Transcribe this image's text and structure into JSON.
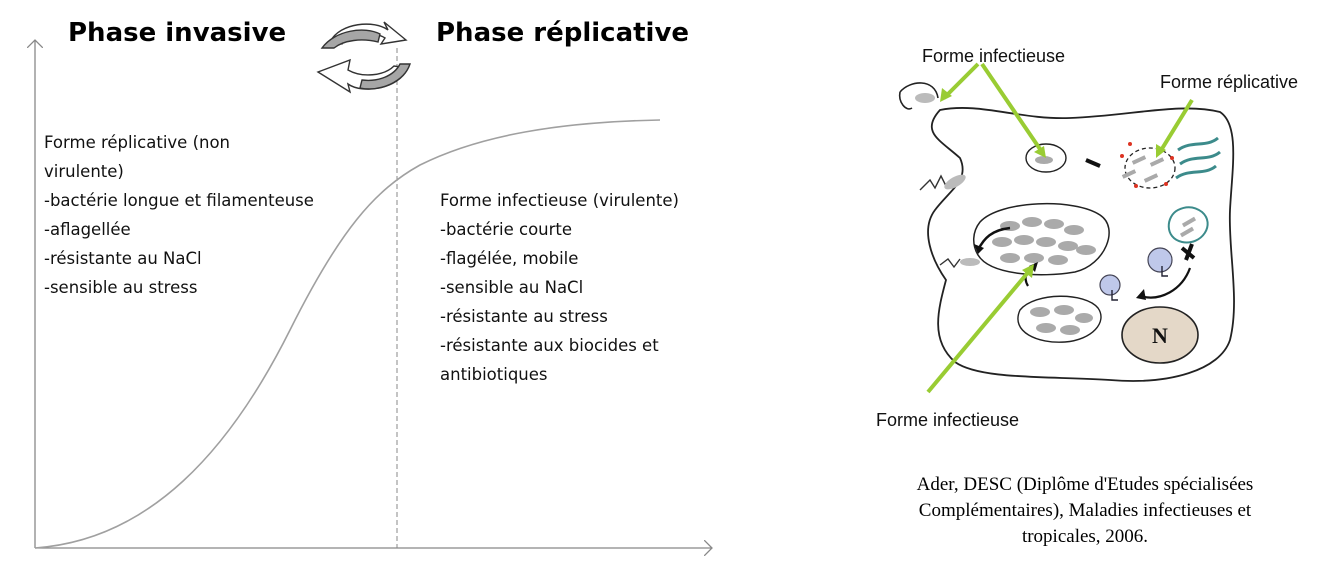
{
  "phases": {
    "invasive": "Phase invasive",
    "replicative": "Phase réplicative"
  },
  "left_block": {
    "title_lines": [
      "Forme réplicative (non",
      "virulente)"
    ],
    "items": [
      "-bactérie longue et filamenteuse",
      "-aflagellée",
      "-résistante au NaCl",
      "-sensible au stress"
    ]
  },
  "right_block": {
    "title_lines": [
      "Forme infectieuse (virulente)"
    ],
    "items": [
      "-bactérie courte",
      "-flagélée, mobile",
      "-sensible au NaCl",
      "-résistante au stress",
      "-résistante aux biocides et",
      "antibiotiques"
    ]
  },
  "cell_figure": {
    "label_infectious_top": "Forme infectieuse",
    "label_replicative": "Forme réplicative",
    "label_infectious_bottom": "Forme infectieuse",
    "nucleus_label": "N",
    "arrow_color": "#99cc33"
  },
  "caption": {
    "lines": [
      "Ader, DESC (Diplôme d'Etudes spécialisées",
      "Complémentaires), Maladies infectieuses et",
      "tropicales, 2006."
    ]
  }
}
